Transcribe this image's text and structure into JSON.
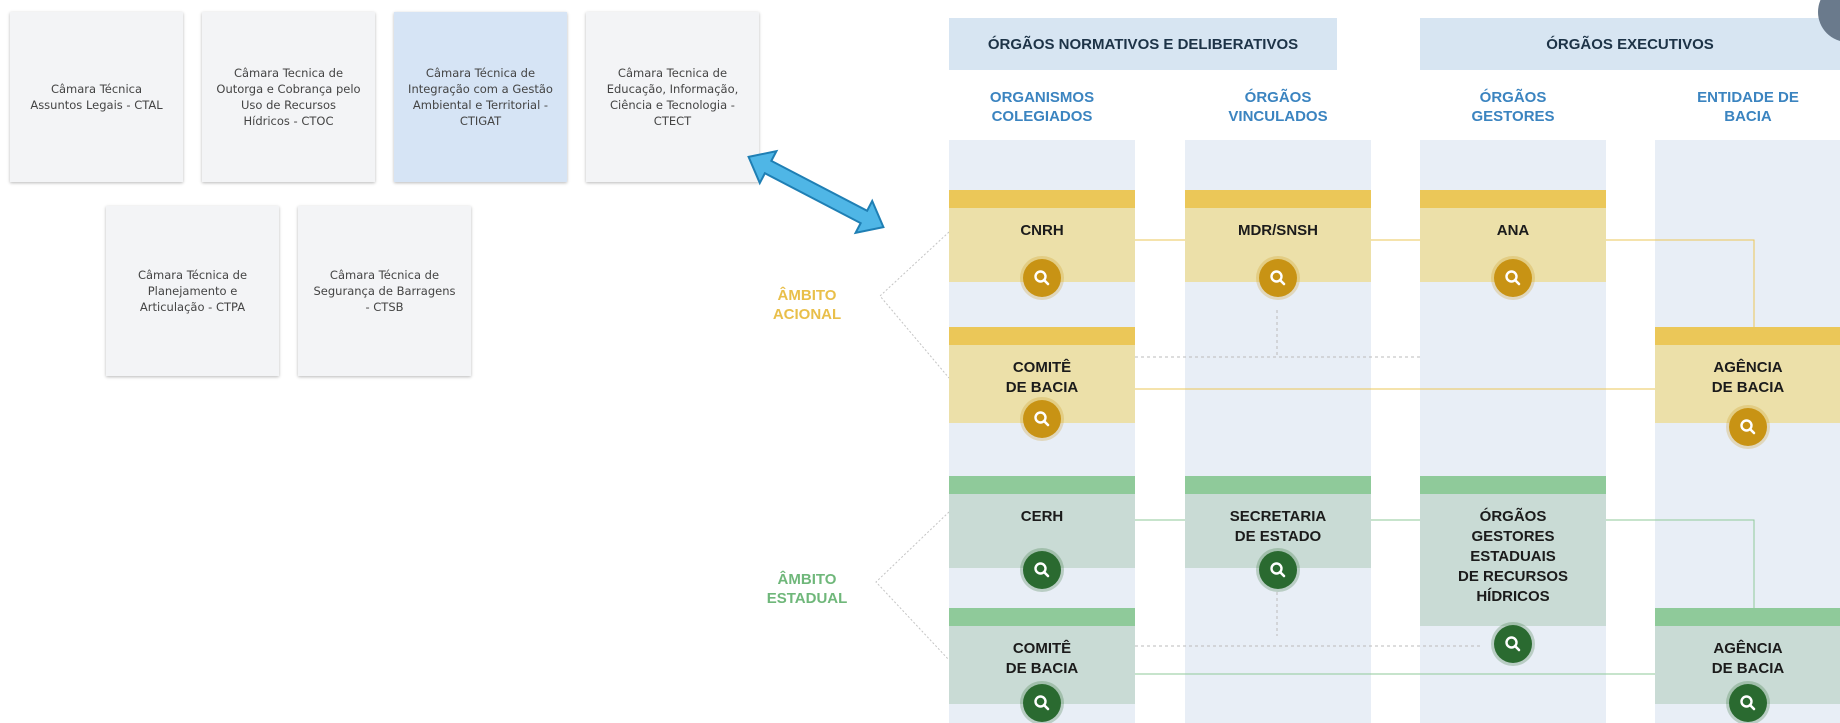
{
  "cards": [
    {
      "label": "Câmara Técnica\nAssuntos Legais - CTAL",
      "highlighted": false
    },
    {
      "label": "Câmara Tecnica de\nOutorga e Cobrança pelo\nUso de Recursos\nHídricos - CTOC",
      "highlighted": false
    },
    {
      "label": "Câmara Técnica de\nIntegração com a Gestão\nAmbiental e Territorial -\nCTIGAT",
      "highlighted": true
    },
    {
      "label": "Câmara Tecnica de\nEducação, Informação,\nCiência e Tecnologia -\nCTECT",
      "highlighted": false
    },
    {
      "label": "Câmara Técnica de\nPlanejamento e\nArticulação - CTPA",
      "highlighted": false
    },
    {
      "label": "Câmara Técnica de\nSegurança de Barragens\n- CTSB",
      "highlighted": false
    }
  ],
  "diagram": {
    "headers": {
      "normativos": "ÓRGÃOS NORMATIVOS E DELIBERATIVOS",
      "executivos": "ÓRGÃOS EXECUTIVOS"
    },
    "columns": [
      {
        "label": "ORGANISMOS\nCOLEGIADOS"
      },
      {
        "label": "ÓRGÃOS\nVINCULADOS"
      },
      {
        "label": "ÓRGÃOS\nGESTORES"
      },
      {
        "label": "ENTIDADE DE\nBACIA"
      }
    ],
    "ambito_nacional": "ÂMBITO\nACIONAL",
    "ambito_estadual": "ÂMBITO\nESTADUAL",
    "nodes": {
      "cnrh": "CNRH",
      "mdr": "MDR/SNSH",
      "ana": "ANA",
      "comite_nac": "COMITÊ\nDE BACIA",
      "agencia_nac": "AGÊNCIA\nDE BACIA",
      "cerh": "CERH",
      "secretaria": "SECRETARIA\nDE ESTADO",
      "orgaos_estaduais": "ÓRGÃOS\nGESTORES\nESTADUAIS\nDE RECURSOS\nHÍDRICOS",
      "comite_est": "COMITÊ\nDE BACIA",
      "agencia_est": "AGÊNCIA\nDE BACIA"
    },
    "colors": {
      "nacional": "#ebc758",
      "estadual": "#8fca9a",
      "magnifier_nacional": "#c89314",
      "magnifier_estadual": "#2a6a30",
      "header_bg": "#d7e5f2",
      "column_bg": "#e8eef6",
      "arrow": "#4fb6e6"
    },
    "icons": [
      "search-icon",
      "double-arrow-icon"
    ]
  }
}
